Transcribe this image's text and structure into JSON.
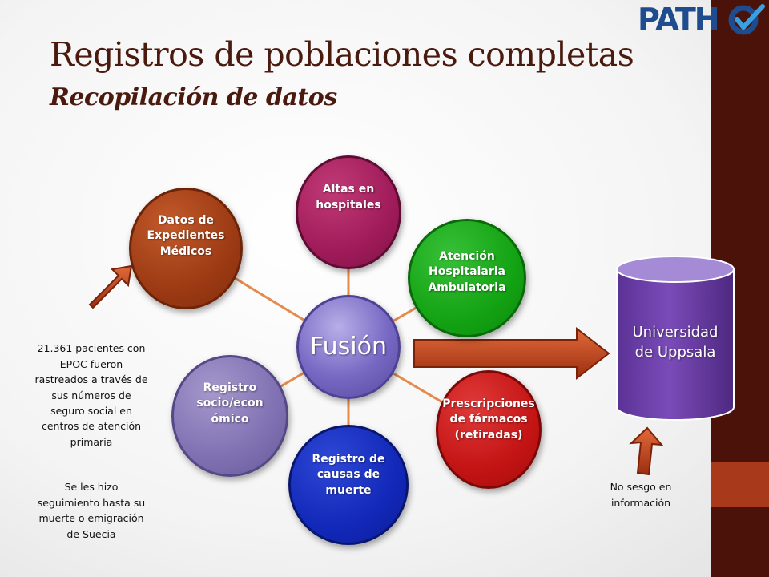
{
  "slide": {
    "title": "Registros de poblaciones completas",
    "subtitle": "Recopilación de datos"
  },
  "logo": {
    "text": "PATH",
    "mark": "check-o-mark-icon"
  },
  "diagram": {
    "center": "Fusión",
    "nodes": [
      {
        "id": "datos",
        "label": "Datos de\nExpedientes\nMédicos"
      },
      {
        "id": "altas",
        "label": "Altas en\nhospitales"
      },
      {
        "id": "atencion",
        "label": "Atención\nHospitalaria\nAmbulatoria"
      },
      {
        "id": "prescrip",
        "label": "Prescripciones\nde fármacos\n(retiradas)"
      },
      {
        "id": "causas",
        "label": "Registro de\ncausas de\nmuerte"
      },
      {
        "id": "socio",
        "label": "Registro\nsocio/econ\nómico"
      }
    ],
    "database": "Universidad\nde Uppsala"
  },
  "notes": {
    "left_1": "21.361 pacientes con\nEPOC fueron\nrastreados a través de\nsus números de\nseguro social  en\ncentros de atención\nprimaria",
    "left_2": "Se les hizo\nseguimiento hasta su\nmuerte o emigración\nde Suecia",
    "right": "No sesgo en\ninformación"
  },
  "colors": {
    "title": "#4a1a0e",
    "band": "#4a1208",
    "band_accent": "#a8391a",
    "arrow": "#b5401c",
    "connector": "#e58a4a",
    "logo": "#1f4b8f"
  }
}
